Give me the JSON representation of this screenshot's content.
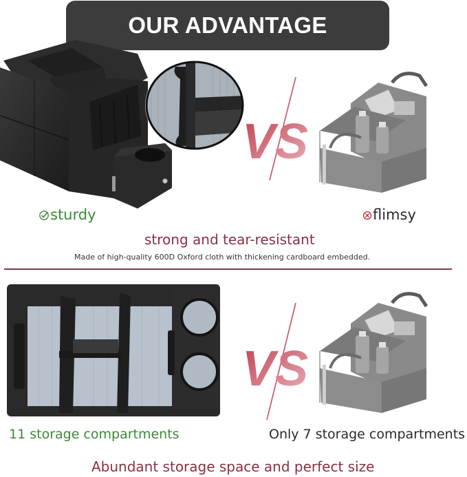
{
  "header": {
    "title": "OUR ADVANTAGE",
    "background_color": "#3c3c3c",
    "text_color": "#ffffff"
  },
  "section_1": {
    "left_product": {
      "description": "black car trunk organizer with cup holders and side pockets",
      "label": "sturdy",
      "label_icon": "check-circle-icon",
      "label_color": "#3a8a35"
    },
    "inset_detail": {
      "description": "close-up of thickened cardboard-embedded divider stitching"
    },
    "vs_label": "VS",
    "right_product": {
      "description": "grey fabric organizer with bottles, competitor product",
      "label": "flimsy",
      "label_icon": "x-circle-icon",
      "label_color": "#2a2a2a",
      "icon_color": "#b03040"
    },
    "headline": "strong and tear-resistant",
    "caption": "Made of high-quality 600D Oxford cloth with thickening cardboard embedded."
  },
  "section_2": {
    "left_product": {
      "description": "top-down view of organizer interior with dividers and two cup holders",
      "label": "11 storage compartments",
      "label_color": "#3a8a35"
    },
    "vs_label": "VS",
    "right_product": {
      "description": "grey fabric organizer with bottles, competitor product",
      "label": "Only 7 storage compartments",
      "label_color": "#2a2a2a"
    },
    "headline": "Abundant storage space and perfect size"
  },
  "colors": {
    "accent_red": "#8a3040",
    "vs_gradient_start": "#c04050",
    "vs_gradient_end": "#e8b0b8",
    "divider": "#7a3a44"
  }
}
